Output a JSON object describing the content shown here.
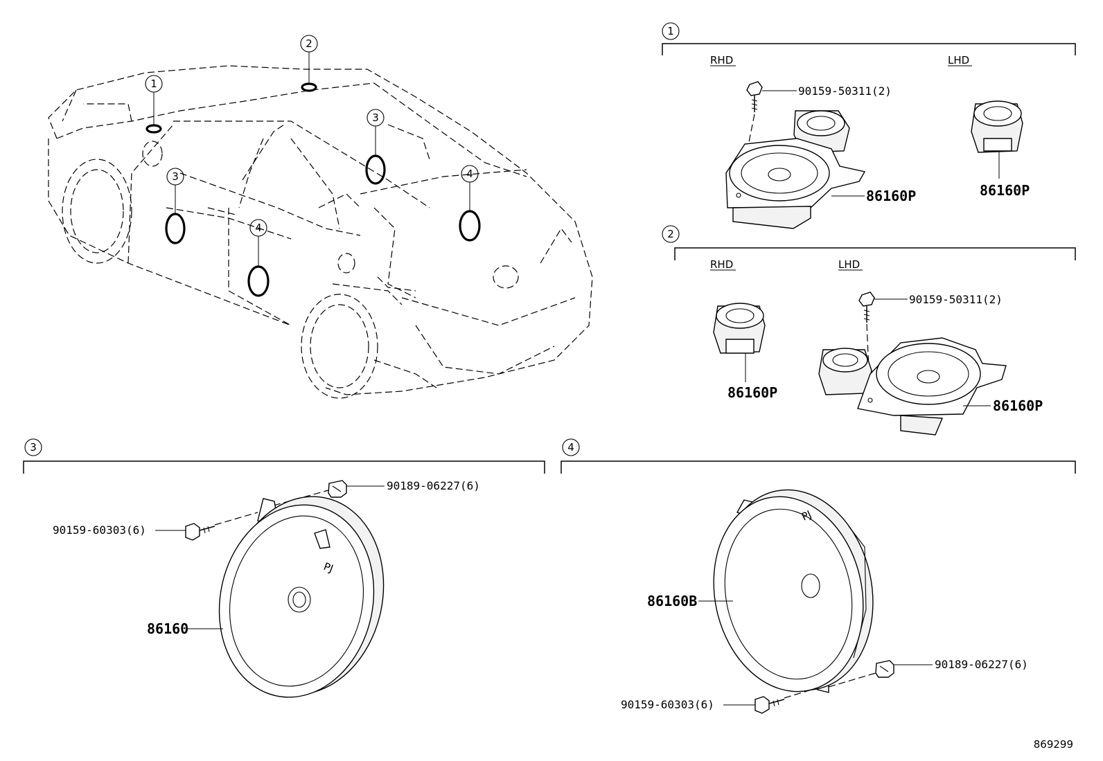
{
  "callouts": {
    "c1": "1",
    "c2": "2",
    "c3": "3",
    "c4": "4"
  },
  "section1": {
    "number": "1",
    "rhd": "RHD",
    "lhd": "LHD",
    "screw": "90159-50311(2)",
    "speaker_rhd": "86160P",
    "speaker_lhd": "86160P"
  },
  "section2": {
    "number": "2",
    "rhd": "RHD",
    "lhd": "LHD",
    "screw": "90159-50311(2)",
    "speaker_rhd": "86160P",
    "speaker_lhd": "86160P"
  },
  "section3": {
    "number": "3",
    "clip": "90189-06227(6)",
    "screw": "90159-60303(6)",
    "speaker": "86160"
  },
  "section4": {
    "number": "4",
    "speaker": "86160B",
    "clip": "90189-06227(6)",
    "screw": "90159-60303(6)"
  },
  "diagram_id": "869299"
}
